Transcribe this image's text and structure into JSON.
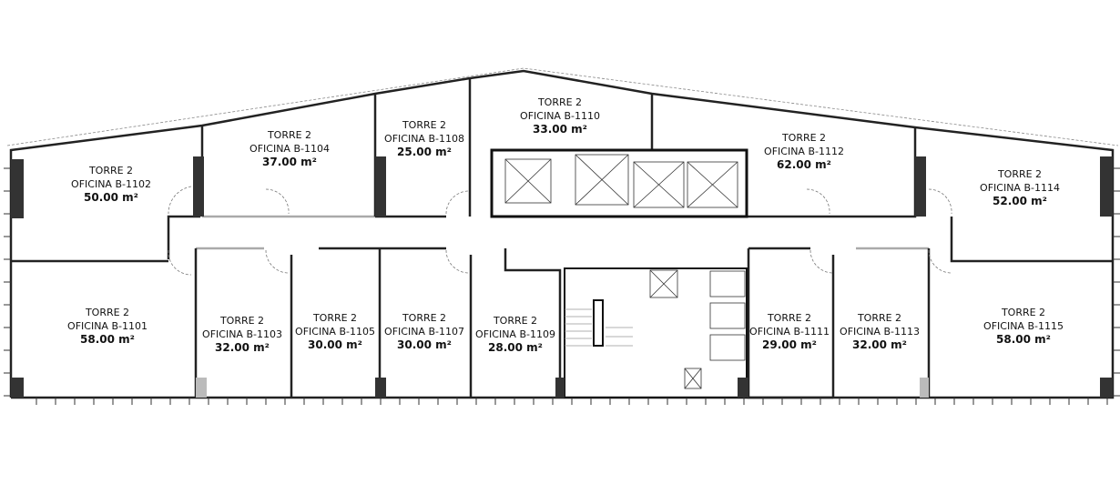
{
  "plan": {
    "units": [
      {
        "tower": "TORRE 2",
        "office": "OFICINA B-1102",
        "area": "50.00 m²"
      },
      {
        "tower": "TORRE 2",
        "office": "OFICINA B-1104",
        "area": "37.00 m²"
      },
      {
        "tower": "TORRE 2",
        "office": "OFICINA B-1108",
        "area": "25.00 m²"
      },
      {
        "tower": "TORRE 2",
        "office": "OFICINA B-1110",
        "area": "33.00 m²"
      },
      {
        "tower": "TORRE 2",
        "office": "OFICINA B-1112",
        "area": "62.00 m²"
      },
      {
        "tower": "TORRE 2",
        "office": "OFICINA B-1114",
        "area": "52.00 m²"
      },
      {
        "tower": "TORRE 2",
        "office": "OFICINA B-1101",
        "area": "58.00 m²"
      },
      {
        "tower": "TORRE 2",
        "office": "OFICINA B-1103",
        "area": "32.00 m²"
      },
      {
        "tower": "TORRE 2",
        "office": "OFICINA B-1105",
        "area": "30.00 m²"
      },
      {
        "tower": "TORRE 2",
        "office": "OFICINA B-1107",
        "area": "30.00 m²"
      },
      {
        "tower": "TORRE 2",
        "office": "OFICINA B-1109",
        "area": "28.00 m²"
      },
      {
        "tower": "TORRE 2",
        "office": "OFICINA B-1111",
        "area": "29.00 m²"
      },
      {
        "tower": "TORRE 2",
        "office": "OFICINA B-1113",
        "area": "32.00 m²"
      },
      {
        "tower": "TORRE 2",
        "office": "OFICINA B-1115",
        "area": "58.00 m²"
      }
    ]
  }
}
